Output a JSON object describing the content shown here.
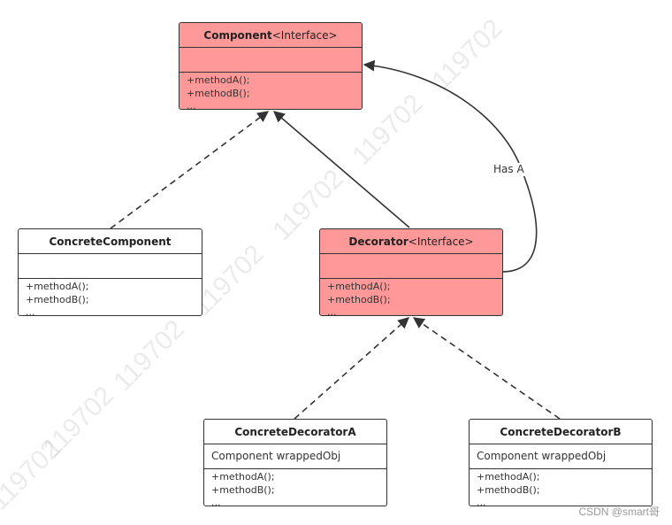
{
  "watermark": "119702",
  "classes": {
    "component": {
      "name": "Component",
      "stereotype": "<Interface>",
      "attributes": "",
      "methods": [
        "+methodA();",
        "+methodB();",
        "..."
      ]
    },
    "concrete_component": {
      "name": "ConcreteComponent",
      "stereotype": "",
      "attributes": "",
      "methods": [
        "+methodA();",
        "+methodB();",
        "..."
      ]
    },
    "decorator": {
      "name": "Decorator",
      "stereotype": "<Interface>",
      "attributes": "",
      "methods": [
        "+methodA();",
        "+methodB();",
        "..."
      ]
    },
    "concrete_decorator_a": {
      "name": "ConcreteDecoratorA",
      "stereotype": "",
      "attributes": "Component wrappedObj",
      "methods": [
        "+methodA();",
        "+methodB();",
        "..."
      ]
    },
    "concrete_decorator_b": {
      "name": "ConcreteDecoratorB",
      "stereotype": "",
      "attributes": "Component wrappedObj",
      "methods": [
        "+methodA();",
        "+methodB();",
        "..."
      ]
    }
  },
  "relations": {
    "has_a_label": "Has A"
  },
  "credit": "CSDN @smart哥",
  "colors": {
    "interface_fill": "#ff9999",
    "class_fill": "#ffffff",
    "stroke": "#333333"
  }
}
